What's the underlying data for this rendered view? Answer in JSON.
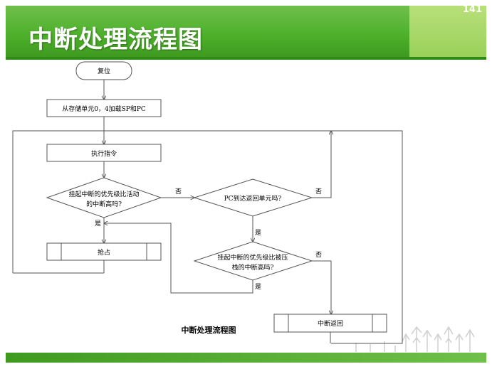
{
  "slide": {
    "page_number": "141",
    "title": "中断处理流程图"
  },
  "flowchart": {
    "reset": "复位",
    "load_sp_pc": "从存储单元0，4加载SP和PC",
    "execute": "执行指令",
    "decision_1_line1": "挂起中断的优先级比活动",
    "decision_1_line2": "的中断高吗?",
    "decision_2": "PC到达返回单元吗?",
    "preempt": "抢占",
    "decision_3_line1": "挂起中断的优先级比被压",
    "decision_3_line2": "栈的中断高吗?",
    "interrupt_return": "中断返回",
    "caption": "中断处理流程图",
    "label_no_1": "否",
    "label_yes_1": "是",
    "label_no_2": "否",
    "label_yes_2": "是",
    "label_no_3": "否",
    "label_yes_3": "是"
  },
  "colors": {
    "header_green": "#4caf2a",
    "header_light": "#9ad15a",
    "line": "#555555"
  }
}
